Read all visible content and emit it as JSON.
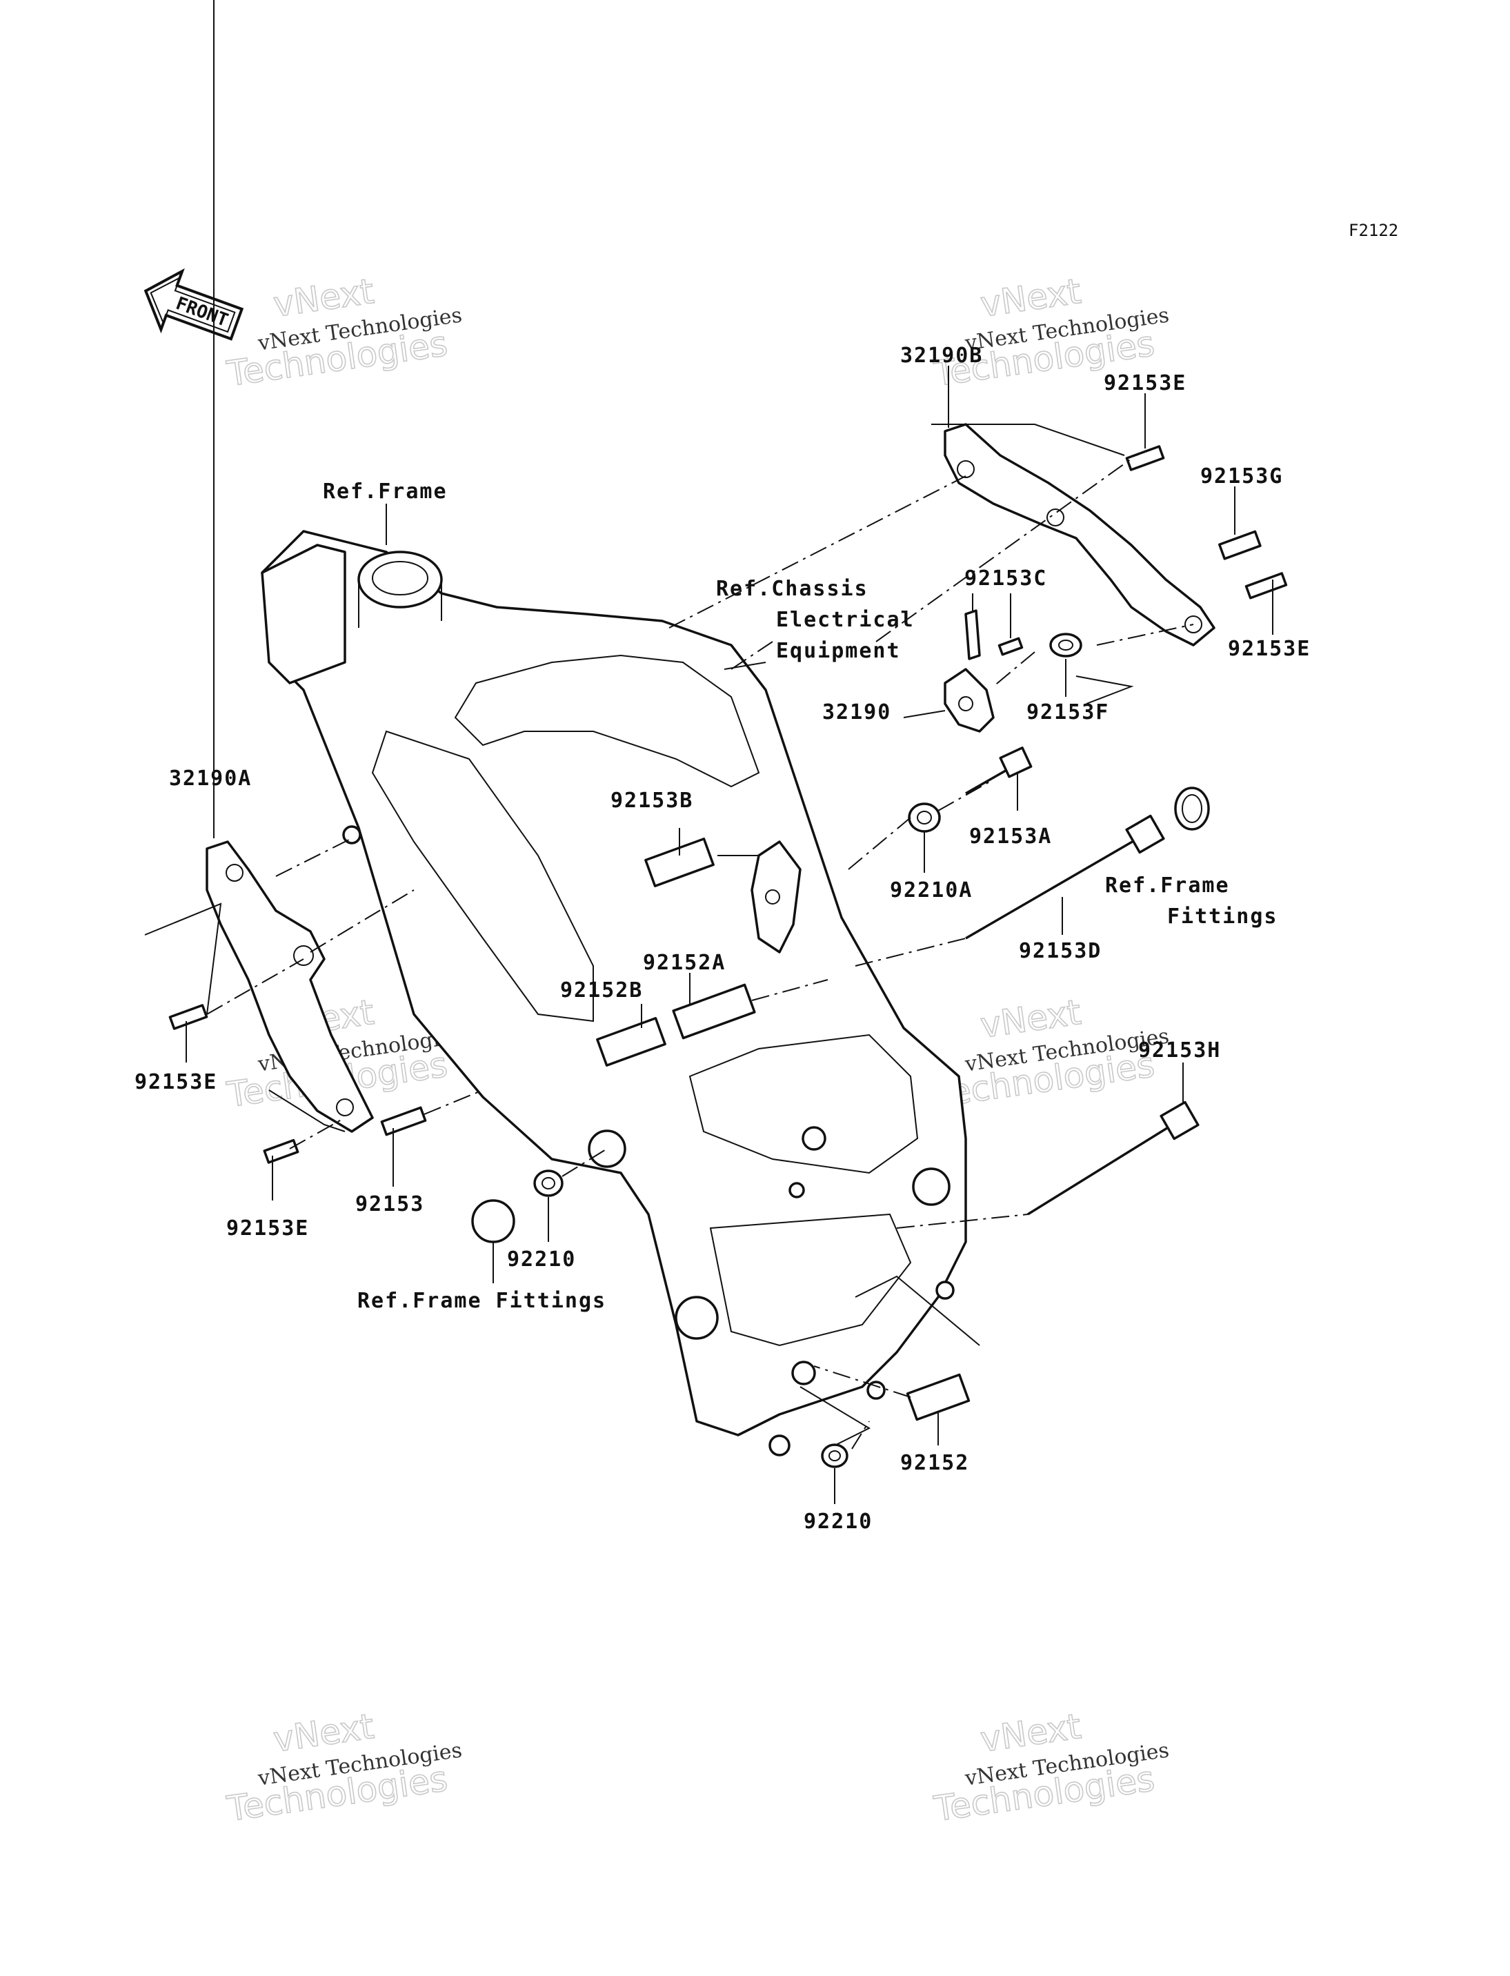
{
  "figure_id": "F2122",
  "front_label": "FRONT",
  "watermark": {
    "line1": "vNext",
    "line2": "vNext Technologies",
    "line3": "Technologies"
  },
  "labels": {
    "p32190B": "32190B",
    "p92153E_a": "92153E",
    "p92153G": "92153G",
    "ref_frame": "Ref.Frame",
    "ref_chassis_1": "Ref.Chassis",
    "ref_chassis_2": "Electrical",
    "ref_chassis_3": "Equipment",
    "p92153C": "92153C",
    "p92153E_b": "92153E",
    "p32190": "32190",
    "p92153F": "92153F",
    "p32190A": "32190A",
    "p92153B": "92153B",
    "p92153A": "92153A",
    "p92210A": "92210A",
    "ref_frame_fittings_r1": "Ref.Frame",
    "ref_frame_fittings_r2": "Fittings",
    "p92153D": "92153D",
    "p92152A": "92152A",
    "p92152B": "92152B",
    "p92153H": "92153H",
    "p92153E_c": "92153E",
    "p92153E_d": "92153E",
    "p92153": "92153",
    "p92210_a": "92210",
    "ref_frame_fittings_l": "Ref.Frame Fittings",
    "p92152": "92152",
    "p92210_b": "92210"
  }
}
